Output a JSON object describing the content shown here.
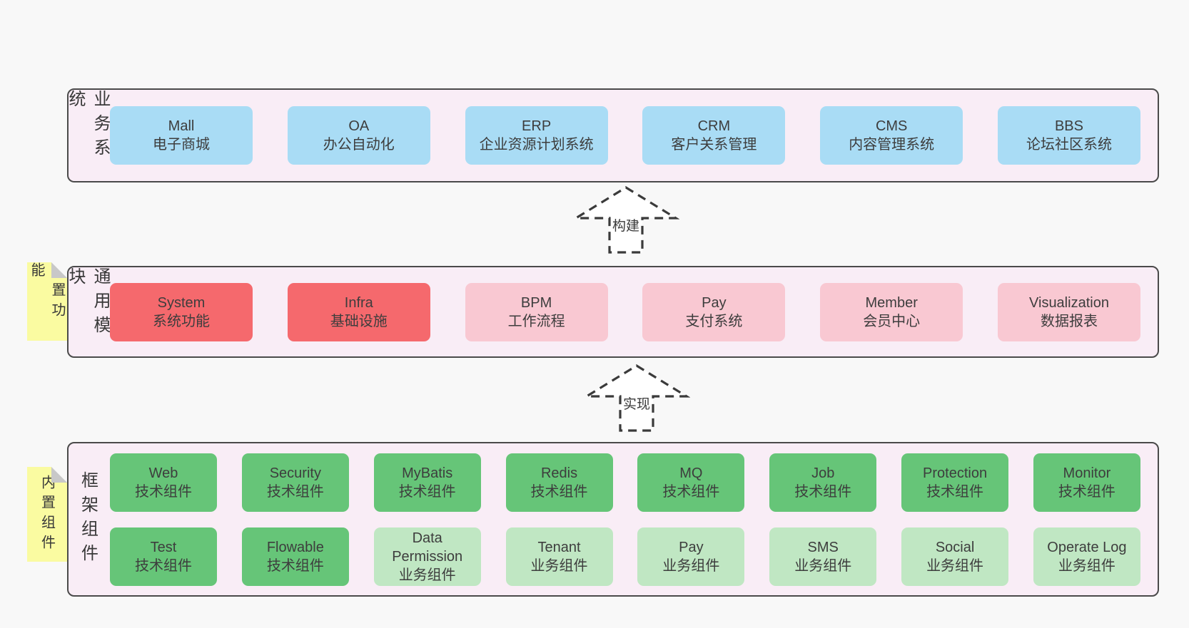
{
  "colors": {
    "blue": "#a9dcf5",
    "red": "#f5696d",
    "pink": "#f9c8d2",
    "green": "#66c578",
    "lightgreen": "#c0e7c3",
    "layer_fill": "#f9edf6",
    "layer_border": "#4a4a4a",
    "sticky_yellow": "#fafba1",
    "fold_gray": "#c8c8c8",
    "text": "#3d3d3d",
    "arrow_stroke": "#3a3a3a",
    "page_background": "#f8f8f8"
  },
  "layers": [
    {
      "id": "business-systems",
      "label": "业务系统",
      "boxes": [
        {
          "name": "Mall",
          "desc": "电子商城",
          "color": "blue"
        },
        {
          "name": "OA",
          "desc": "办公自动化",
          "color": "blue"
        },
        {
          "name": "ERP",
          "desc": "企业资源计划系统",
          "color": "blue"
        },
        {
          "name": "CRM",
          "desc": "客户关系管理",
          "color": "blue"
        },
        {
          "name": "CMS",
          "desc": "内容管理系统",
          "color": "blue"
        },
        {
          "name": "BBS",
          "desc": "论坛社区系统",
          "color": "blue"
        }
      ]
    },
    {
      "id": "common-modules",
      "label": "通用模块",
      "sticky": "内置功能",
      "boxes": [
        {
          "name": "System",
          "desc": "系统功能",
          "color": "red"
        },
        {
          "name": "Infra",
          "desc": "基础设施",
          "color": "red"
        },
        {
          "name": "BPM",
          "desc": "工作流程",
          "color": "pink"
        },
        {
          "name": "Pay",
          "desc": "支付系统",
          "color": "pink"
        },
        {
          "name": "Member",
          "desc": "会员中心",
          "color": "pink"
        },
        {
          "name": "Visualization",
          "desc": "数据报表",
          "color": "pink"
        }
      ]
    },
    {
      "id": "framework-components",
      "label": "框架组件",
      "sticky": "内置组件",
      "rows": [
        [
          {
            "name": "Web",
            "desc": "技术组件",
            "color": "green"
          },
          {
            "name": "Security",
            "desc": "技术组件",
            "color": "green"
          },
          {
            "name": "MyBatis",
            "desc": "技术组件",
            "color": "green"
          },
          {
            "name": "Redis",
            "desc": "技术组件",
            "color": "green"
          },
          {
            "name": "MQ",
            "desc": "技术组件",
            "color": "green"
          },
          {
            "name": "Job",
            "desc": "技术组件",
            "color": "green"
          },
          {
            "name": "Protection",
            "desc": "技术组件",
            "color": "green"
          },
          {
            "name": "Monitor",
            "desc": "技术组件",
            "color": "green"
          }
        ],
        [
          {
            "name": "Test",
            "desc": "技术组件",
            "color": "green"
          },
          {
            "name": "Flowable",
            "desc": "技术组件",
            "color": "green"
          },
          {
            "name": "Data Permission",
            "desc": "业务组件",
            "color": "lightgreen"
          },
          {
            "name": "Tenant",
            "desc": "业务组件",
            "color": "lightgreen"
          },
          {
            "name": "Pay",
            "desc": "业务组件",
            "color": "lightgreen"
          },
          {
            "name": "SMS",
            "desc": "业务组件",
            "color": "lightgreen"
          },
          {
            "name": "Social",
            "desc": "业务组件",
            "color": "lightgreen"
          },
          {
            "name": "Operate Log",
            "desc": "业务组件",
            "color": "lightgreen"
          }
        ]
      ]
    }
  ],
  "arrows": [
    {
      "label": "构建"
    },
    {
      "label": "实现"
    }
  ]
}
